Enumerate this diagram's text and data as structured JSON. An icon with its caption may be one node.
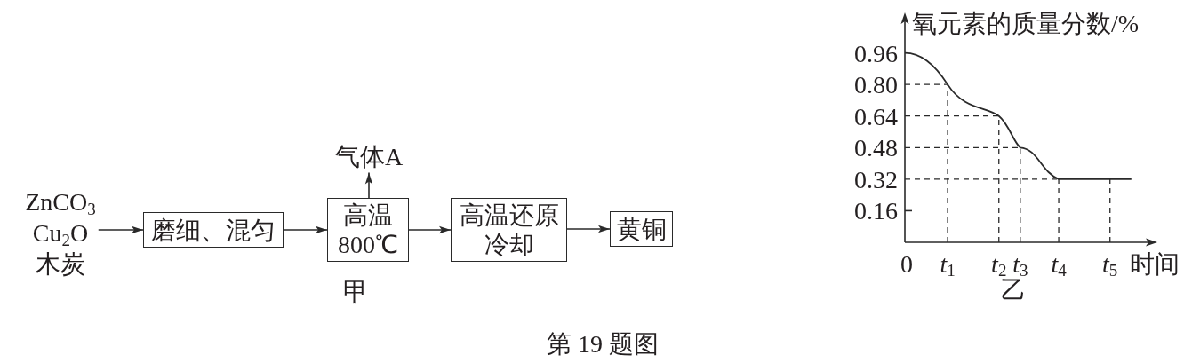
{
  "diagram": {
    "caption": "第 19 题图",
    "nodes": [
      {
        "text": [
          "ZnCO$_{3}$",
          "Cu$_{2}$O",
          "木炭"
        ]
      },
      {
        "text": [
          "磨细、混匀"
        ]
      },
      {
        "text": [
          "高温 800℃"
        ]
      },
      {
        "text": [
          "高温还原冷却"
        ]
      },
      {
        "text": [
          "黄铜"
        ]
      },
      {
        "text": [
          "气体A"
        ]
      }
    ],
    "edges": [
      {
        "from": 0,
        "to": 1,
        "arrow": "to"
      },
      {
        "from": 1,
        "to": 2,
        "arrow": "to"
      },
      {
        "from": 2,
        "to": 3,
        "arrow": "to"
      },
      {
        "from": 3,
        "to": 4,
        "arrow": "to"
      },
      {
        "from": 2,
        "to": 5,
        "arrow": "to"
      }
    ],
    "labels": [
      "甲",
      "乙"
    ],
    "chart_data": {
      "type": "line",
      "xlabel": "时间",
      "ylabel": "氧元素的质量分数/%",
      "x": [
        0,
        1,
        2.2,
        2.7,
        3.6,
        4.8,
        5.3
      ],
      "values": [
        0.96,
        0.8,
        0.64,
        0.48,
        0.32,
        0.32,
        0.32
      ],
      "xlim": [
        0,
        5.7
      ],
      "ylim": [
        0,
        1.12
      ],
      "xticks": [
        {
          "value": 0,
          "label": "0"
        },
        {
          "value": 1,
          "label": "*t*$_{1}$"
        },
        {
          "value": 2.2,
          "label": "*t*$_{2}$"
        },
        {
          "value": 2.7,
          "label": "*t*$_{3}$"
        },
        {
          "value": 3.6,
          "label": "*t*$_{4}$"
        },
        {
          "value": 4.8,
          "label": "*t*$_{5}$"
        }
      ],
      "yticks": [
        0.16,
        0.32,
        0.48,
        0.64,
        {
          "value": 0.8,
          "label": "0.80"
        },
        0.96
      ],
      "ref_lines": [
        {
          "axis": "y",
          "value": 0.8
        },
        {
          "axis": "y",
          "value": 0.64
        },
        {
          "axis": "y",
          "value": 0.48
        },
        {
          "axis": "y",
          "value": 0.32
        },
        {
          "axis": "x",
          "value": 1
        },
        {
          "axis": "x",
          "value": 2.2
        },
        {
          "axis": "x",
          "value": 2.7
        },
        {
          "axis": "x",
          "value": 3.6
        },
        {
          "axis": "x",
          "value": 4.8
        }
      ]
    }
  }
}
